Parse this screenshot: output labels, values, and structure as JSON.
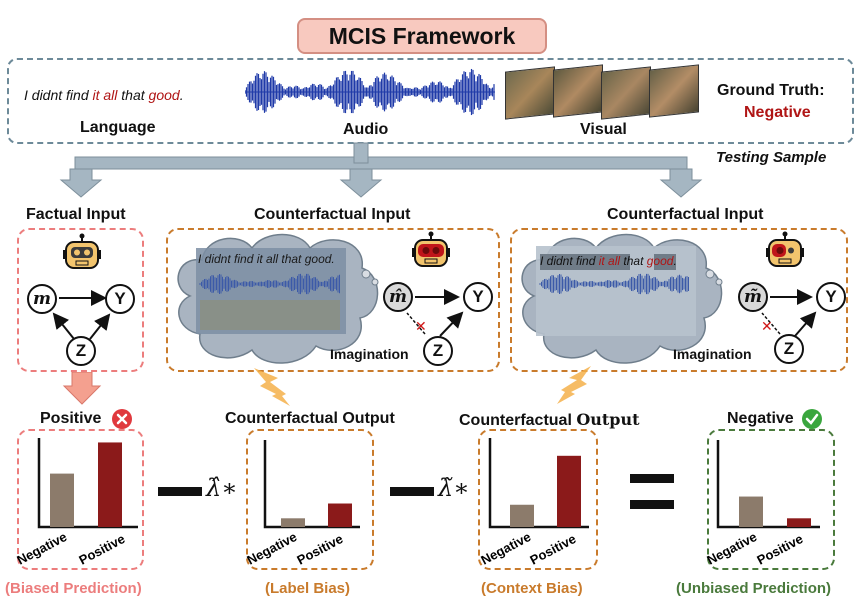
{
  "title": "MCIS Framework",
  "sample": {
    "sentence_parts": [
      "I didnt find ",
      "it all",
      " that ",
      "good",
      "."
    ],
    "modalities": [
      "Language",
      "Audio",
      "Visual"
    ],
    "ground_truth_label": "Ground Truth:",
    "ground_truth_value": "Negative",
    "caption": "Testing Sample"
  },
  "inputs": {
    "factual_title": "Factual Input",
    "counterfactual_title": "Counterfactual Input",
    "imagination": "Imagination",
    "cloud1_text": "I didnt find it all that good.",
    "cloud2_parts": [
      "I didnt find ",
      "it all",
      " that ",
      "good",
      "."
    ],
    "nodes": {
      "m": "m",
      "y": "Y",
      "z": "Z"
    }
  },
  "outputs": {
    "factual_label": "Positive",
    "cf_output_label": "Counterfactual Output",
    "cf_output_label2": "Counterfactual ",
    "cf_output_label2_serif": "Output",
    "final_label": "Negative",
    "minus1": "−",
    "lambda_hat": "λ̂∗",
    "minus2": "−",
    "lambda_tilde": "λ̃∗",
    "equals": "="
  },
  "captions": {
    "biased": "(Biased Prediction)",
    "label_bias": "(Label Bias)",
    "context_bias": "(Context Bias)",
    "unbiased": "(Unbiased Prediction)"
  },
  "colors": {
    "negative_bar": "#8c7b6b",
    "positive_bar": "#8b1a1a",
    "biased": "#ec7d7d",
    "bias": "#c97b2c",
    "unbiased": "#4a7a3c"
  },
  "chart_data": [
    {
      "type": "bar",
      "categories": [
        "Negative",
        "Positive"
      ],
      "values": [
        0.6,
        0.95
      ],
      "ylim": [
        0,
        1
      ],
      "title": "Positive"
    },
    {
      "type": "bar",
      "categories": [
        "Negative",
        "Positive"
      ],
      "values": [
        0.1,
        0.27
      ],
      "ylim": [
        0,
        1
      ],
      "title": "Counterfactual Output"
    },
    {
      "type": "bar",
      "categories": [
        "Negative",
        "Positive"
      ],
      "values": [
        0.25,
        0.8
      ],
      "ylim": [
        0,
        1
      ],
      "title": "Counterfactual Output"
    },
    {
      "type": "bar",
      "categories": [
        "Negative",
        "Positive"
      ],
      "values": [
        0.35,
        0.1
      ],
      "ylim": [
        0,
        1
      ],
      "title": "Negative"
    }
  ]
}
